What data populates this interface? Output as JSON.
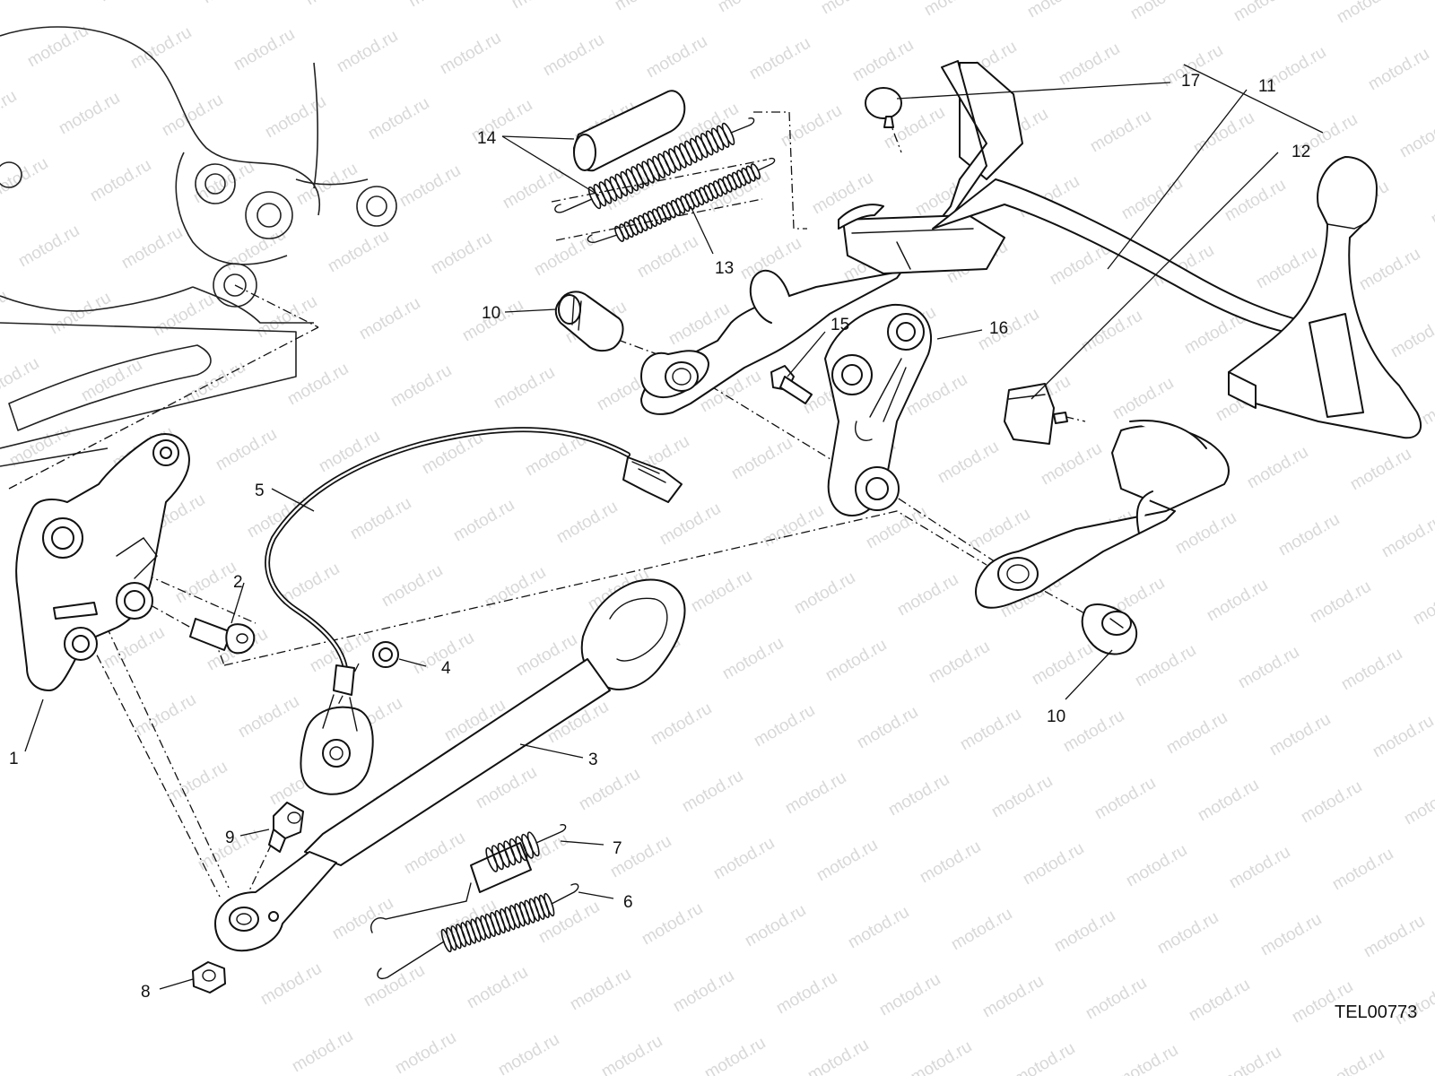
{
  "watermark": {
    "text": "motod.ru",
    "color": "#d8d8d8"
  },
  "drawing_code": "TEL00773",
  "callouts": [
    {
      "number": "1"
    },
    {
      "number": "2"
    },
    {
      "number": "3"
    },
    {
      "number": "4"
    },
    {
      "number": "5"
    },
    {
      "number": "6"
    },
    {
      "number": "7"
    },
    {
      "number": "8"
    },
    {
      "number": "9"
    },
    {
      "number": "10"
    },
    {
      "number": "10"
    },
    {
      "number": "11"
    },
    {
      "number": "12"
    },
    {
      "number": "13"
    },
    {
      "number": "14"
    },
    {
      "number": "15"
    },
    {
      "number": "16"
    },
    {
      "number": "17"
    }
  ]
}
